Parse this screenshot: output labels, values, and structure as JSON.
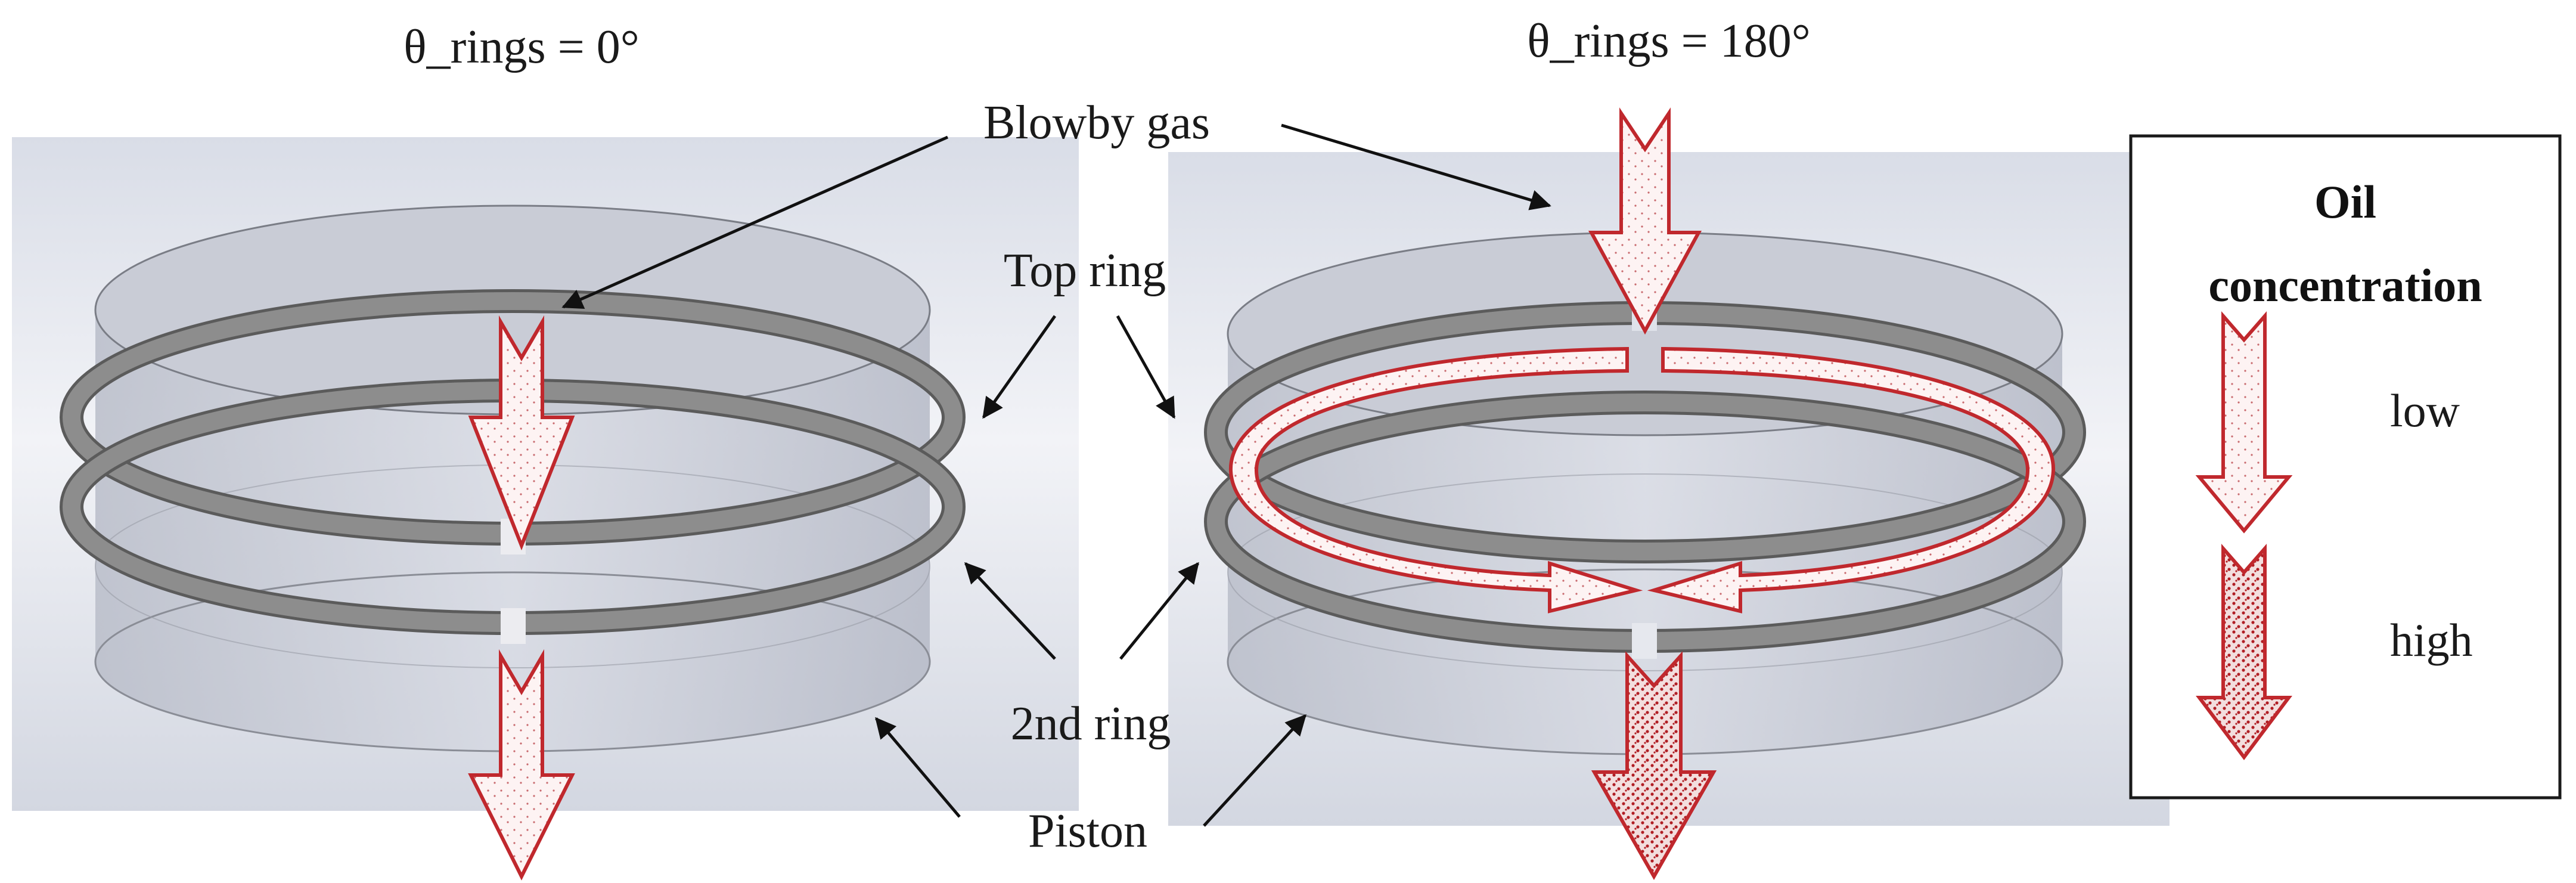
{
  "left_condition": "θ_rings = 0°",
  "right_condition": "θ_rings = 180°",
  "labels": {
    "blowby_gas": "Blowby gas",
    "top_ring": "Top ring",
    "second_ring": "2nd ring",
    "piston": "Piston"
  },
  "legend": {
    "title_line1": "Oil",
    "title_line2": "concentration",
    "low": "low",
    "high": "high"
  },
  "colors": {
    "arrow_outline": "#c0282d",
    "arrow_fill": "#fdf2f2",
    "high_dots": "#b01e24",
    "ring": "#858585",
    "piston_fill": "#cfd3dd",
    "background_panel": "#dfe3ec"
  }
}
